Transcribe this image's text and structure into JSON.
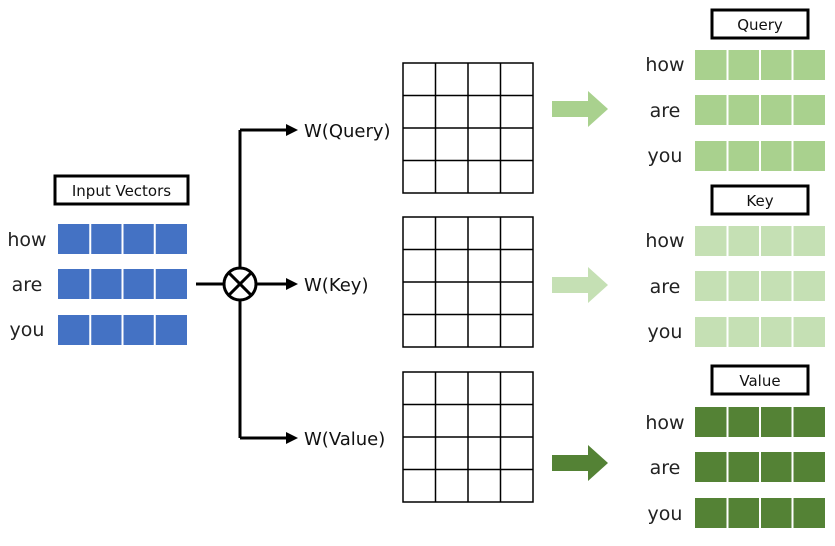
{
  "input": {
    "title": "Input Vectors",
    "words": [
      "how",
      "are",
      "you"
    ],
    "cells": 4,
    "color": "#4472C4"
  },
  "operator": "multiply",
  "weights": [
    {
      "label": "W(Query)",
      "rows": 4,
      "cols": 4
    },
    {
      "label": "W(Key)",
      "rows": 4,
      "cols": 4
    },
    {
      "label": "W(Value)",
      "rows": 4,
      "cols": 4
    }
  ],
  "outputs": [
    {
      "title": "Query",
      "words": [
        "how",
        "are",
        "you"
      ],
      "cells": 4,
      "color": "#A9D18E",
      "arrow_color": "#A9D18E"
    },
    {
      "title": "Key",
      "words": [
        "how",
        "are",
        "you"
      ],
      "cells": 4,
      "color": "#C5E0B4",
      "arrow_color": "#C5E0B4"
    },
    {
      "title": "Value",
      "words": [
        "how",
        "are",
        "you"
      ],
      "cells": 4,
      "color": "#548235",
      "arrow_color": "#548235"
    }
  ]
}
